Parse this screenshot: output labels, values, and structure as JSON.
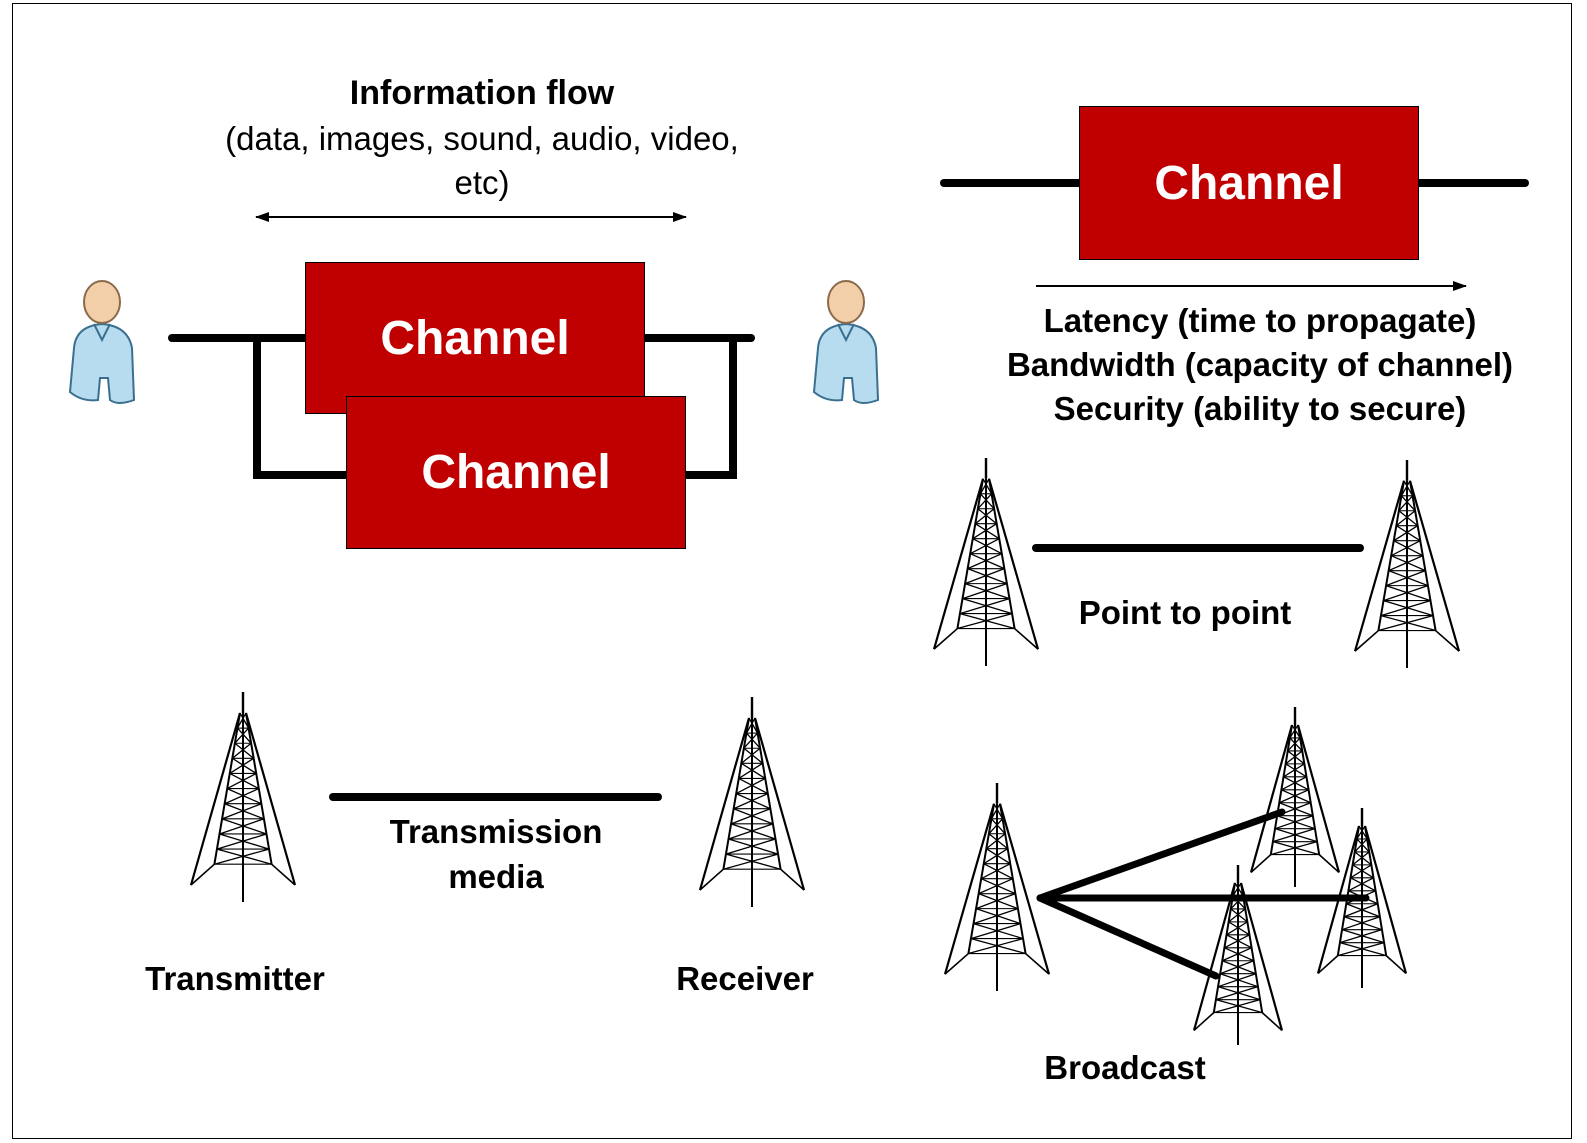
{
  "colors": {
    "channel_fill": "#c00000",
    "channel_text": "#ffffff",
    "line": "#000000",
    "person_skin": "#f2cfa8",
    "person_body": "#b7dcef"
  },
  "icons": [
    "person-icon",
    "radio-tower-icon"
  ],
  "info_flow": {
    "title": "Information flow",
    "subtitle_line1": "(data, images, sound, audio, video,",
    "subtitle_line2": "etc)"
  },
  "channels": {
    "top_right_label": "Channel",
    "top_left_front_label": "Channel",
    "top_left_back_label": "Channel"
  },
  "properties": {
    "latency": "Latency (time to propagate)",
    "bandwidth": "Bandwidth (capacity of channel)",
    "security": "Security (ability to secure)"
  },
  "point_to_point": {
    "label": "Point to point"
  },
  "transmission": {
    "media_line1": "Transmission",
    "media_line2": "media",
    "transmitter": "Transmitter",
    "receiver": "Receiver"
  },
  "broadcast": {
    "label": "Broadcast"
  }
}
